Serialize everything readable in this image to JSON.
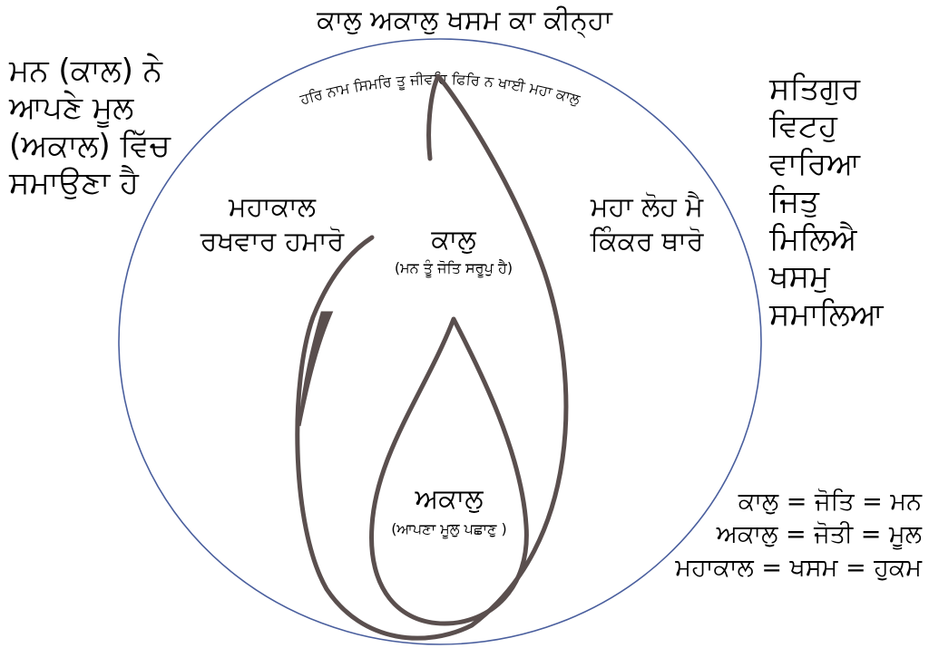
{
  "title": "ਕਾਲੁ ਅਕਾਲੁ ਖਸਮ ਕਾ ਕੀਨ੍ਹਾ",
  "arc_text": "ਹਰਿ ਨਾਮ ਸਿਮਰਿ ਤੂ ਜੀਵਹਿ ਫਿਰਿ ਨ ਖਾਈ ਮਹਾ ਕਾਲੁ",
  "left_note": [
    "ਮਨ (ਕਾਲ) ਨੇ",
    "ਆਪਣੇ ਮੂਲ",
    "(ਅਕਾਲ) ਵਿੱਚ",
    "ਸਮਾਉਣਾ ਹੈ"
  ],
  "right_note": [
    "ਸਤਿਗੁਰ",
    "ਵਿਟਹੁ",
    "ਵਾਰਿਆ",
    "ਜਿਤੁ",
    "ਮਿਲਿਐ",
    "ਖਸਮੁ",
    "ਸਮਾਲਿਆ"
  ],
  "inner_left": [
    "ਮਹਾਕਾਲ",
    "ਰਖਵਾਰ ਹਮਾਰੋ"
  ],
  "inner_right": [
    "ਮਹਾ ਲੋਹ ਮੈ",
    "ਕਿੰਕਰ ਥਾਰੋ"
  ],
  "kaal": {
    "label": "ਕਾਲੁ",
    "sub": "(ਮਨ ਤੂੰ ਜੋਤਿ ਸਰੂਪੁ ਹੈ)"
  },
  "akaal": {
    "label": "ਅਕਾਲੁ",
    "sub": "(ਆਪਣਾ ਮੂਲੁ ਪਛਾਣੁ )"
  },
  "equations": [
    "ਕਾਲੁ = ਜੋਤਿ = ਮਨ",
    "ਅਕਾਲੁ = ਜੋਤੀ = ਮੂਲ",
    "ਮਹਾਕਾਲ = ਖਸਮ = ਹੁਕਮ"
  ],
  "colors": {
    "circle": "#4a5f9e",
    "flame": "#5a4f4e",
    "text": "#000000"
  }
}
